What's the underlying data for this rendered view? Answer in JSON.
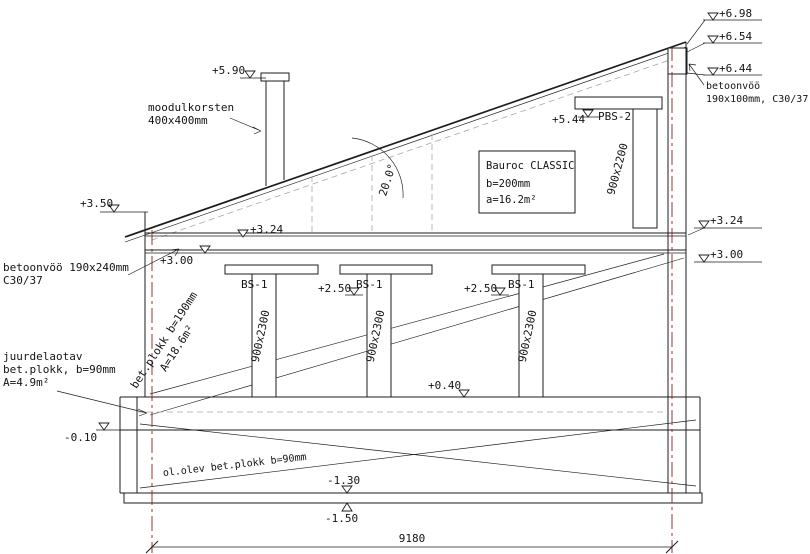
{
  "colors": {
    "axis_red": "#8e1b1b",
    "line_black": "#1c1c1c"
  },
  "elevations": {
    "e698": "+6.98",
    "e654": "+6.54",
    "e644": "+6.44",
    "e590": "+5.90",
    "e544": "+5.44",
    "e350": "+3.50",
    "e324_left": "+3.24",
    "e324_right": "+3.24",
    "e300_left": "+3.00",
    "e300_right": "+3.00",
    "e250_a": "+2.50",
    "e250_b": "+2.50",
    "e040": "+0.40",
    "em010": "-0.10",
    "em130": "-1.30",
    "em150": "-1.50"
  },
  "labels": {
    "chimney_1": "moodulkorsten",
    "chimney_2": "400x400mm",
    "ringbeam_right_1": "betoonvöö",
    "ringbeam_right_2": "190x100mm, C30/37",
    "ringbeam_left_1": "betoonvöö 190x240mm",
    "ringbeam_left_2": "C30/37",
    "foundation_1": "juurdelaotav",
    "foundation_2": "bet.plokk, b=90mm",
    "foundation_3": "A=4.9m²",
    "block_wall_1": "bet.plokk b=190mm",
    "block_wall_2": "A=18.6m²",
    "existing_block": "ol.olev bet.plokk b=90mm",
    "roof_angle": "20.0°",
    "material_1": "Bauroc CLASSIC",
    "material_2": "b=200mm",
    "material_3": "a=16.2m²",
    "pbs2": "PBS-2",
    "pbs2_size": "900x2200",
    "bs1_a": "BS-1",
    "bs1_b": "BS-1",
    "bs1_c": "BS-1",
    "bs1_size_a": "900x2300",
    "bs1_size_b": "900x2300",
    "bs1_size_c": "900x2300"
  },
  "dimensions": {
    "overall_width": "9180"
  }
}
